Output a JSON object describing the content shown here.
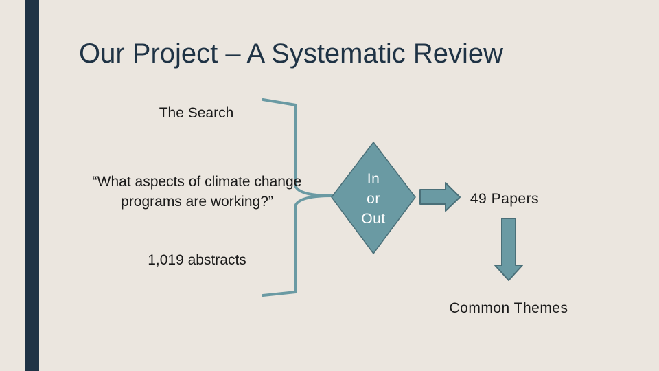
{
  "slide": {
    "title": "Our Project – A Systematic Review",
    "search_label": "The Search",
    "question": "“What aspects of climate change programs are working?”",
    "abstracts": "1,019 abstracts",
    "decision": [
      "In",
      "or",
      "Out"
    ],
    "papers": "49 Papers",
    "themes": "Common Themes"
  },
  "colors": {
    "background": "#ebe6df",
    "accent_bar": "#1f3345",
    "shape_fill": "#6a9aa3",
    "shape_stroke": "#4a6f78"
  }
}
